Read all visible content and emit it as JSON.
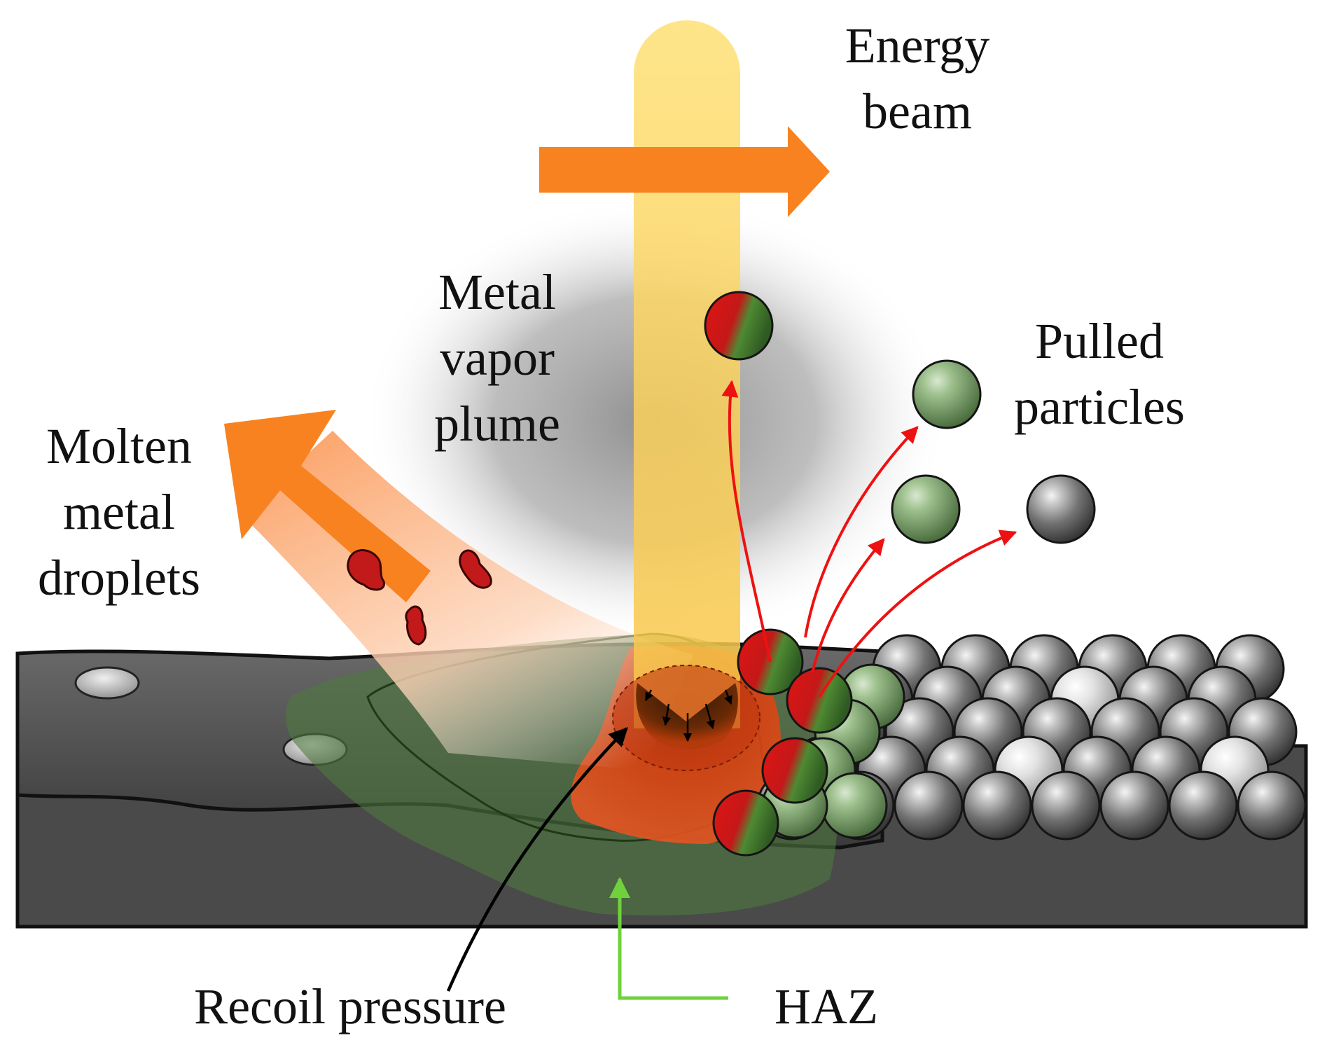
{
  "labels": {
    "energy_beam": [
      "Energy",
      "beam"
    ],
    "metal_vapor": [
      "Metal",
      "vapor",
      "plume"
    ],
    "molten_droplets": [
      "Molten",
      "metal",
      "droplets"
    ],
    "pulled_particles": [
      "Pulled",
      "particles"
    ],
    "recoil_pressure": "Recoil pressure",
    "haz": "HAZ"
  },
  "colors": {
    "beam": "#fbd34d",
    "direction_arrow": "#f88220",
    "substrate": "#4a4a4a",
    "track": "#585858",
    "melt_pool": "#d73a12",
    "haz_zone": "#4f7a40",
    "ejection_arrows": "#ee1111",
    "haz_pointer": "#6fd23c",
    "recoil_pointer": "#000000",
    "powder_grey": "#6e6e6e",
    "powder_green": "#7fa270",
    "droplet": "#c21a1a"
  }
}
